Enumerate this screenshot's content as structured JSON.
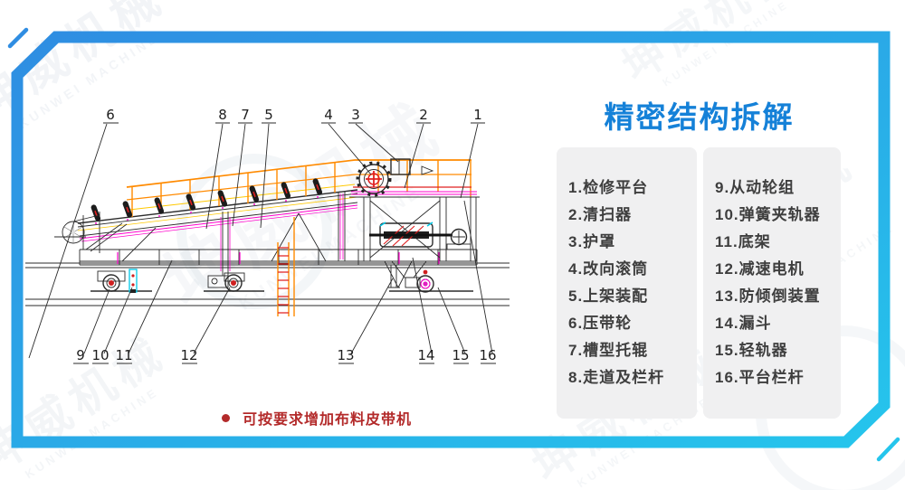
{
  "colors": {
    "frame_start": "#2f8de2",
    "frame_end": "#25c5ec",
    "title_blue": "#1581d8",
    "note_red": "#b32a2a",
    "panel_gray": "#f0f0f1",
    "line_black": "#2b2b2b",
    "orange": "#ff8a00",
    "yellow": "#ffc800",
    "magenta": "#ff00cc",
    "red": "#e02020",
    "cyan": "#00c8e8",
    "watermark_gray": "#9fb2c5"
  },
  "title": {
    "text": "精密结构拆解"
  },
  "legend": {
    "left": [
      "1.检修平台",
      "2.清扫器",
      "3.护罩",
      "4.改向滚筒",
      "5.上架装配",
      "6.压带轮",
      "7.槽型托辊",
      "8.走道及栏杆"
    ],
    "right": [
      "9.从动轮组",
      "10.弹簧夹轨器",
      "11.底架",
      "12.减速电机",
      "13.防倾倒装置",
      "14.漏斗",
      "15.轻轨器",
      "16.平台栏杆"
    ]
  },
  "note": {
    "text": "可按要求增加布料皮带机"
  },
  "diagram": {
    "callouts_top": [
      "6",
      "8",
      "7",
      "5",
      "4",
      "3",
      "2",
      "1"
    ],
    "callouts_bottom": [
      "9",
      "10",
      "11",
      "12",
      "13",
      "14",
      "15",
      "16"
    ]
  },
  "watermark": {
    "cn": "坤威机械",
    "en": "KUNWEI MACHINE"
  }
}
